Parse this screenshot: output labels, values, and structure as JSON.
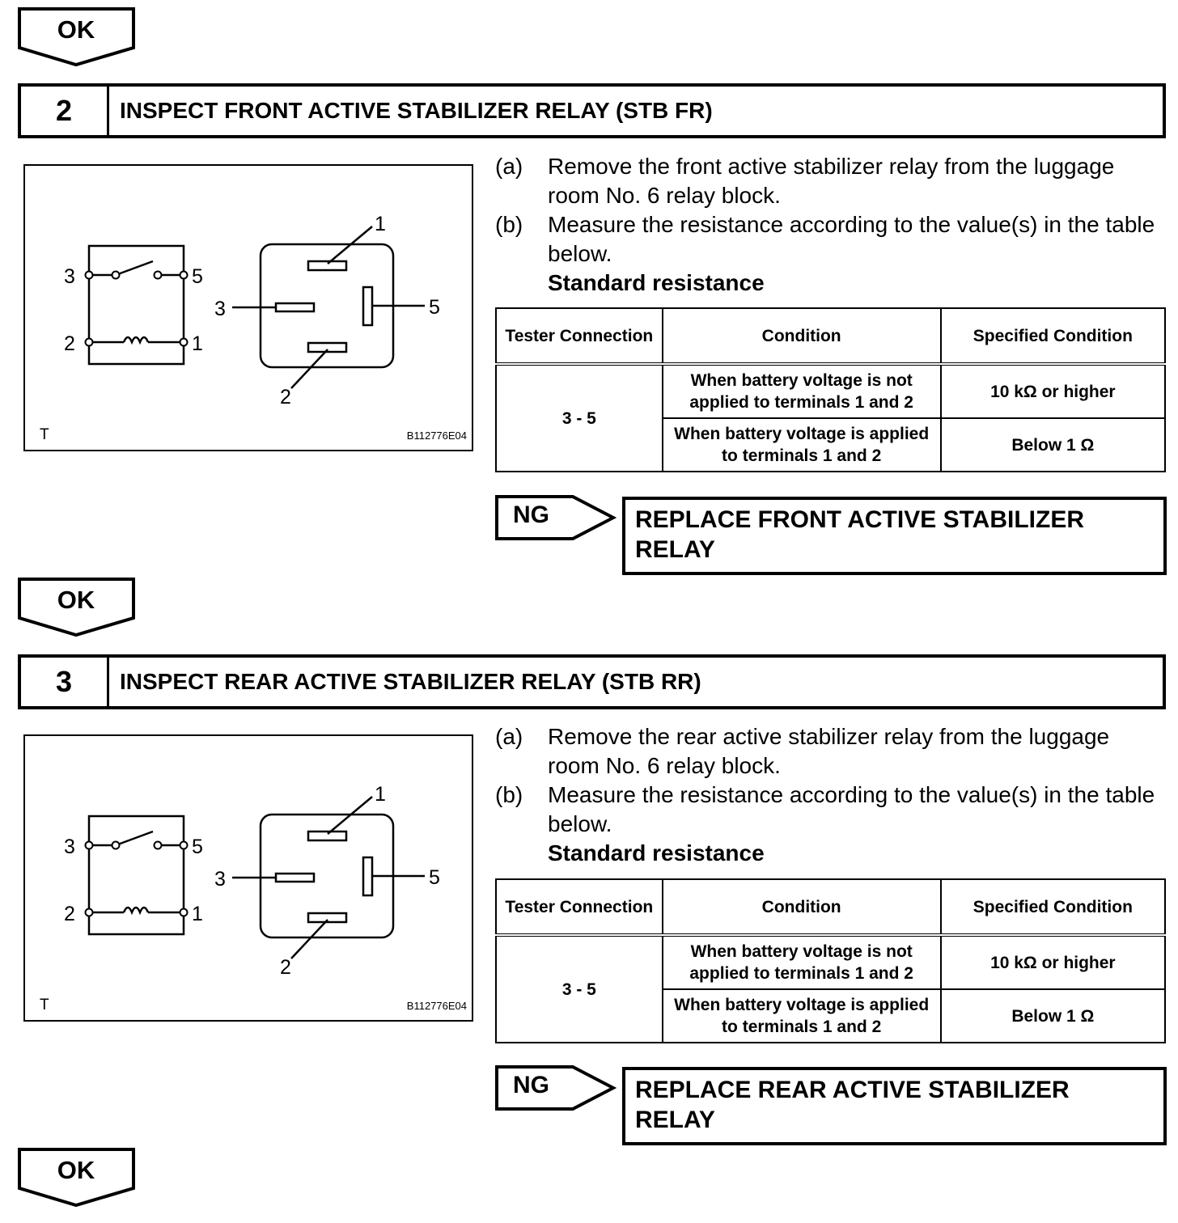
{
  "ok_label": "OK",
  "ng_label": "NG",
  "steps": [
    {
      "number": "2",
      "title": "INSPECT FRONT ACTIVE STABILIZER RELAY (STB FR)",
      "instructions": [
        {
          "key": "(a)",
          "text": "Remove the front active stabilizer relay from the luggage room No. 6 relay block."
        },
        {
          "key": "(b)",
          "text": "Measure the resistance according to the value(s) in the table below."
        }
      ],
      "standard_label": "Standard resistance",
      "table": {
        "headers": [
          "Tester Connection",
          "Condition",
          "Specified Condition"
        ],
        "connection": "3 - 5",
        "rows": [
          {
            "condition": "When battery voltage is not applied to terminals 1 and 2",
            "spec": "10 kΩ or higher"
          },
          {
            "condition": "When battery voltage is applied to terminals 1 and 2",
            "spec": "Below 1 Ω"
          }
        ]
      },
      "ng_action": "REPLACE FRONT ACTIVE STABILIZER RELAY",
      "figure": {
        "labels": [
          "1",
          "2",
          "3",
          "5"
        ],
        "corner": "T",
        "code": "B112776E04"
      }
    },
    {
      "number": "3",
      "title": "INSPECT REAR ACTIVE STABILIZER RELAY (STB RR)",
      "instructions": [
        {
          "key": "(a)",
          "text": "Remove the rear active stabilizer relay from the luggage room No. 6 relay block."
        },
        {
          "key": "(b)",
          "text": "Measure the resistance according to the value(s) in the table below."
        }
      ],
      "standard_label": "Standard resistance",
      "table": {
        "headers": [
          "Tester Connection",
          "Condition",
          "Specified Condition"
        ],
        "connection": "3 - 5",
        "rows": [
          {
            "condition": "When battery voltage is not applied to terminals 1 and 2",
            "spec": "10 kΩ or higher"
          },
          {
            "condition": "When battery voltage is applied to terminals 1 and 2",
            "spec": "Below 1 Ω"
          }
        ]
      },
      "ng_action": "REPLACE REAR ACTIVE STABILIZER RELAY",
      "figure": {
        "labels": [
          "1",
          "2",
          "3",
          "5"
        ],
        "corner": "T",
        "code": "B112776E04"
      }
    }
  ]
}
